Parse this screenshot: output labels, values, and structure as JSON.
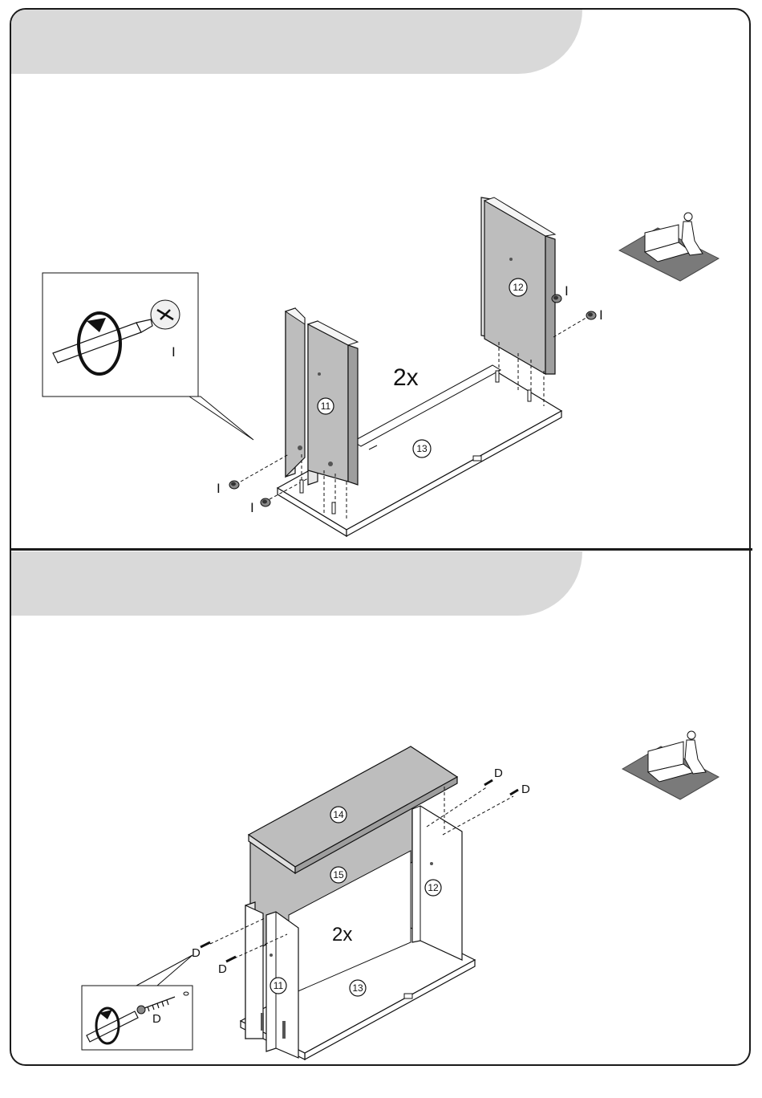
{
  "step1": {
    "multiplier": "2x",
    "part_labels": {
      "side_left": "11",
      "side_right": "12",
      "base": "13"
    },
    "hardware_label": "I",
    "hardware_label_detail": "I"
  },
  "step2": {
    "multiplier": "2x",
    "part_labels": {
      "top": "14",
      "back_rail": "15",
      "side_right": "12",
      "side_left": "11",
      "base": "13"
    },
    "screw_label": "D",
    "screw_label_detail": "D"
  },
  "colors": {
    "panel_gray": "#bdbdbd",
    "banner_gray": "#d9d9d9",
    "line": "#1a1a1a"
  }
}
